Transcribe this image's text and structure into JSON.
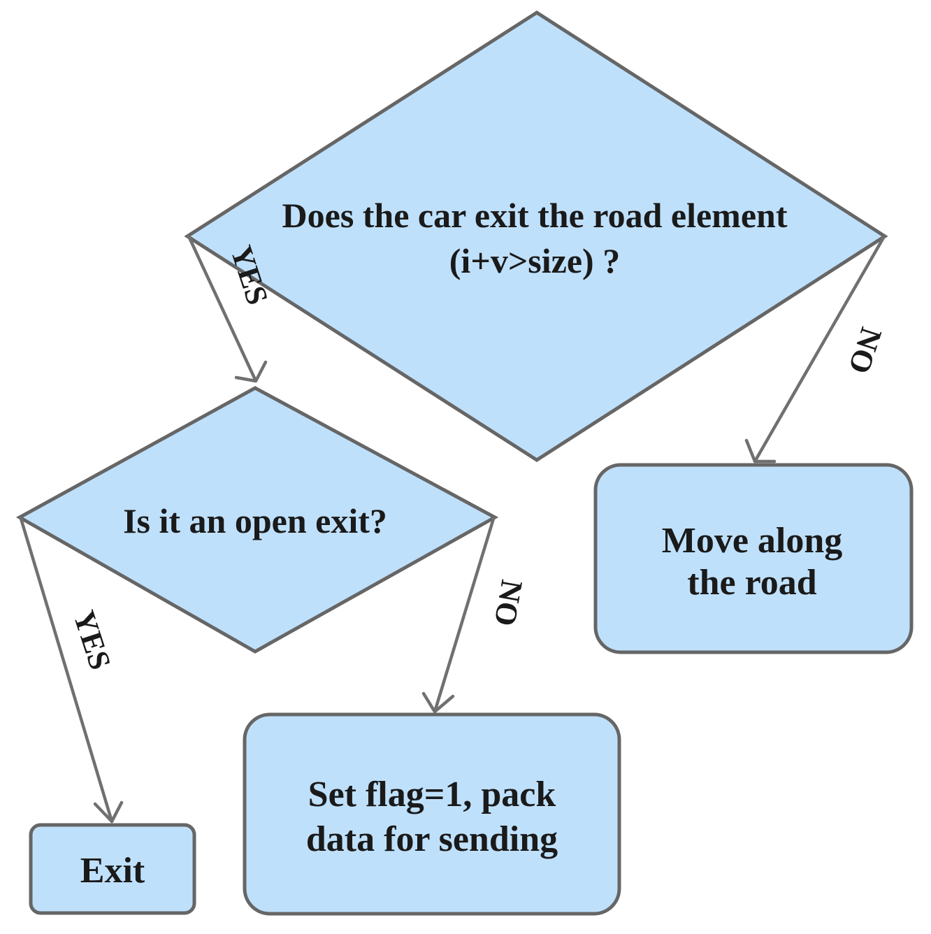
{
  "diagram": {
    "decision_main": {
      "line1": "Does the car exit the road element",
      "line2": "(i+v>size) ?"
    },
    "decision_open_exit": {
      "text": "Is it an open exit?"
    },
    "box_move": {
      "line1": "Move along",
      "line2": "the road"
    },
    "box_set_flag": {
      "line1": "Set flag=1, pack",
      "line2": "data for sending"
    },
    "box_exit": {
      "text": "Exit"
    },
    "edges": {
      "main_yes": "YES",
      "main_no": "NO",
      "open_yes": "YES",
      "open_no": "NO"
    },
    "colors": {
      "fill": "#bfe0fb",
      "stroke": "#666666",
      "arrow": "#707070"
    }
  }
}
